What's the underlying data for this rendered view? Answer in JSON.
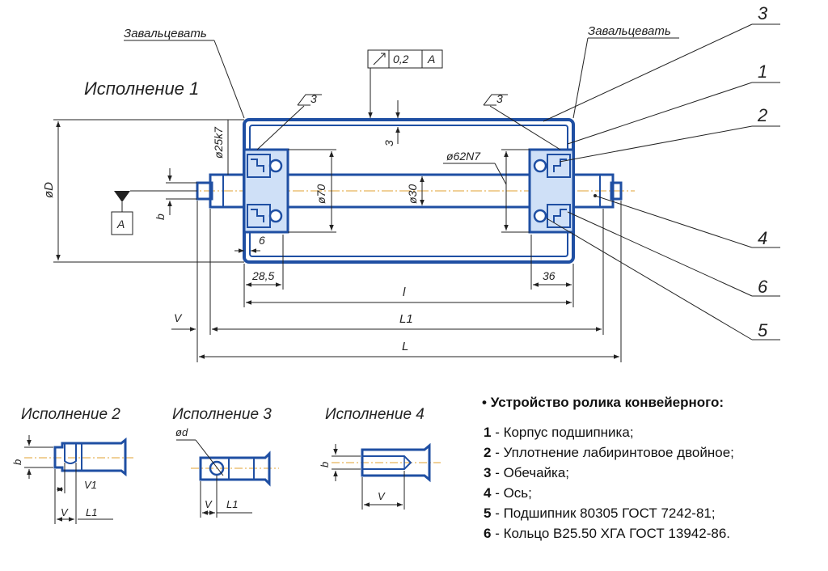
{
  "colors": {
    "part": "#1f4fa3",
    "fill": "#cfe0f7",
    "line": "#222222",
    "axis": "#e0a030"
  },
  "main_view": {
    "title": "Исполнение 1",
    "roll_label_left": "Завальцевать",
    "roll_label_right": "Завальцевать",
    "tolerance": {
      "value": "0,2",
      "datum": "A"
    },
    "datum_label": "A",
    "roughness_left": "3",
    "roughness_right": "3",
    "dims": {
      "shell_thickness": "3",
      "bore": "ø25k7",
      "outer_d": "øD",
      "bearing_seat": "ø62N7",
      "inner_d": "ø70",
      "axle_d": "ø30",
      "b": "b",
      "width_6": "6",
      "left_offset": "28,5",
      "right_offset": "36",
      "l": "l",
      "L1": "L1",
      "L": "L",
      "V": "V"
    },
    "callouts": [
      "3",
      "1",
      "2",
      "4",
      "6",
      "5"
    ]
  },
  "variants": [
    {
      "title": "Исполнение 2",
      "b": "b",
      "V": "V",
      "V1": "V1",
      "L1": "L1"
    },
    {
      "title": "Исполнение 3",
      "d": "ød",
      "V": "V",
      "L1": "L1"
    },
    {
      "title": "Исполнение 4",
      "b": "b",
      "V": "V"
    }
  ],
  "legend": {
    "title": "Устройство ролика конвейерного:",
    "items": [
      {
        "num": "1",
        "text": " - Корпус подшипника;"
      },
      {
        "num": "2",
        "text": " - Уплотнение лабиринтовое двойное;"
      },
      {
        "num": "3",
        "text": " - Обечайка;"
      },
      {
        "num": "4",
        "text": " - Ось;"
      },
      {
        "num": "5",
        "text": " - Подшипник 80305 ГОСТ 7242-81;"
      },
      {
        "num": "6",
        "text": " - Кольцо В25.50 ХГА ГОСТ 13942-86."
      }
    ]
  }
}
